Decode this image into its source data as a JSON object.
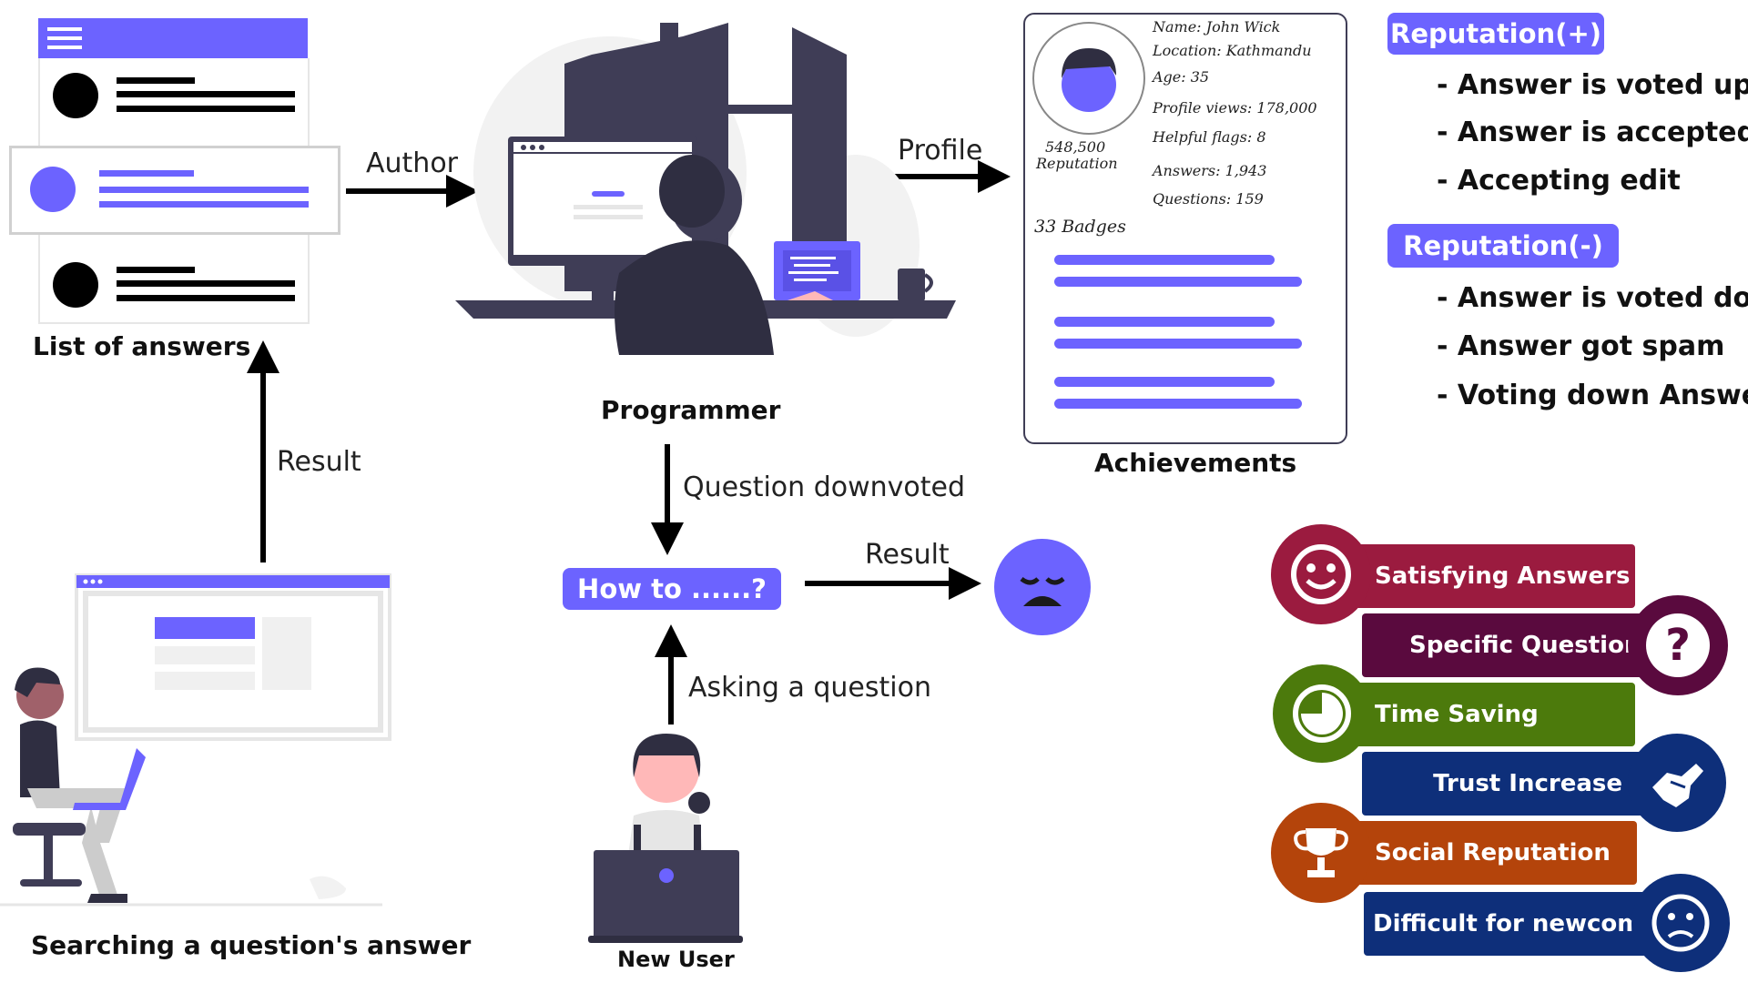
{
  "labels": {
    "list_of_answers": "List of answers",
    "author": "Author",
    "profile": "Profile",
    "programmer": "Programmer",
    "achievements": "Achievements",
    "result_left": "Result",
    "question_downvoted": "Question downvoted",
    "result_mid": "Result",
    "how_to": "How to ......?",
    "asking_question": "Asking a question",
    "new_user": "New User",
    "searching": "Searching a question's answer"
  },
  "profile_card": {
    "name": "Name: John Wick",
    "location": "Location: Kathmandu",
    "age": "Age: 35",
    "profile_views": "Profile views: 178,000",
    "helpful_flags": "Helpful flags: 8",
    "answers": "Answers: 1,943",
    "questions": "Questions: 159",
    "reputation_value": "548,500",
    "reputation_label": "Reputation",
    "badges": "33 Badges"
  },
  "reputation_plus": {
    "title": "Reputation(+)",
    "items": [
      "- Answer is voted up",
      "- Answer is accepted",
      "- Accepting edit"
    ]
  },
  "reputation_minus": {
    "title": "Reputation(-)",
    "items": [
      "- Answer is voted down",
      "- Answer got spam",
      "- Voting down Answer"
    ]
  },
  "features": [
    {
      "label": "Satisfying Answers",
      "color": "#9b1b3f",
      "icon": "smiley-icon"
    },
    {
      "label": "Specific Questions",
      "color": "#5a0a3e",
      "icon": "question-icon"
    },
    {
      "label": "Time Saving",
      "color": "#4c7a0c",
      "icon": "clock-icon"
    },
    {
      "label": "Trust Increase",
      "color": "#0e2f7a",
      "icon": "handshake-icon"
    },
    {
      "label": "Social Reputation",
      "color": "#b4440b",
      "icon": "trophy-icon"
    },
    {
      "label": "Difficult for newcomer",
      "color": "#0e2f7a",
      "icon": "sad-face-icon"
    }
  ],
  "colors": {
    "accent": "#6c63ff",
    "dark": "#3f3d56",
    "light_gray": "#e6e6e6"
  }
}
